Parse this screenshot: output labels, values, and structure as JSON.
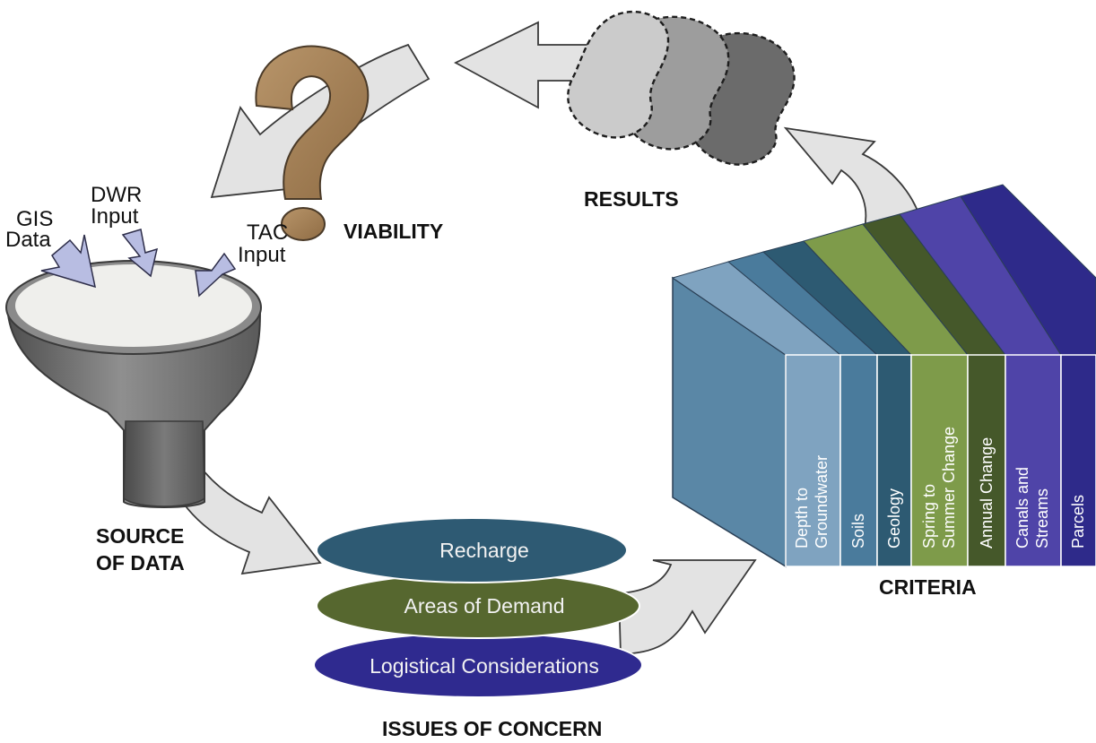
{
  "stages": {
    "source": {
      "line1": "SOURCE",
      "line2": "OF DATA"
    },
    "issues": "ISSUES OF CONCERN",
    "criteria": "CRITERIA",
    "results": "RESULTS",
    "viability": "VIABILITY"
  },
  "inputs": {
    "gis": {
      "line1": "GIS",
      "line2": "Data"
    },
    "dwr": {
      "line1": "DWR",
      "line2": "Input"
    },
    "tac": {
      "line1": "TAC",
      "line2": "Input"
    }
  },
  "issues": {
    "recharge": "Recharge",
    "demand": "Areas of Demand",
    "logistics": "Logistical Considerations"
  },
  "criteria_layers": {
    "depth": {
      "line1": "Depth to",
      "line2": "Groundwater"
    },
    "soils": "Soils",
    "geology": "Geology",
    "spring": {
      "line1": "Spring to",
      "line2": "Summer Change"
    },
    "annual": "Annual Change",
    "canals": {
      "line1": "Canals and",
      "line2": "Streams"
    },
    "parcels": "Parcels"
  },
  "colors": {
    "arrow_fill": "#e3e3e3",
    "funnel": "#6e6e6e",
    "recharge": "#2e5a73",
    "demand": "#56672f",
    "logistics": "#2f2a8f",
    "question_mark": "#a98558"
  }
}
